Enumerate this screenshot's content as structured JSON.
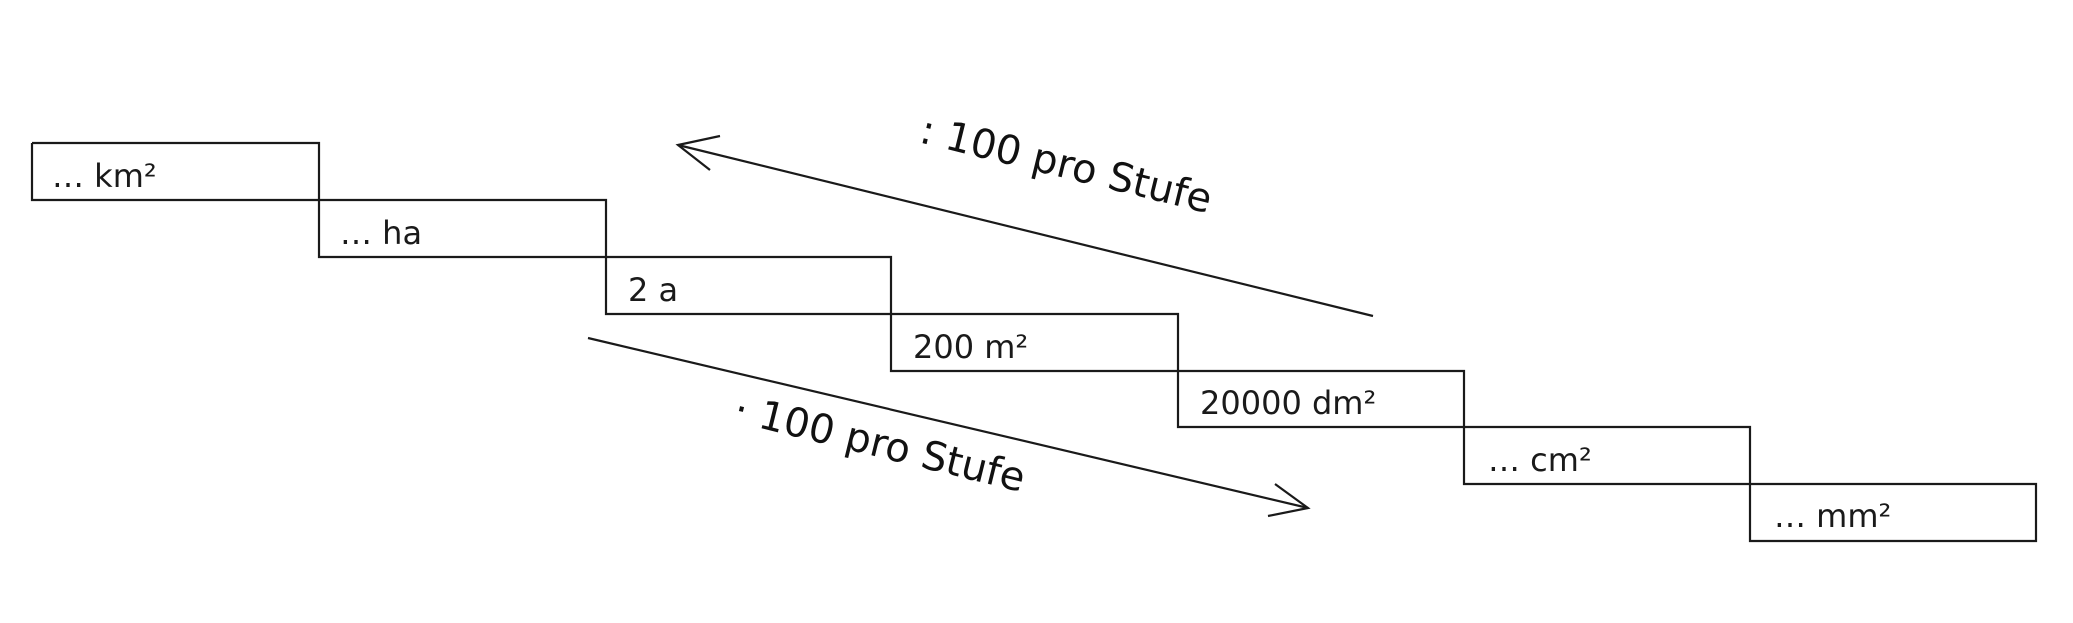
{
  "steps": [
    {
      "label": "… km²"
    },
    {
      "label": "… ha"
    },
    {
      "label": "2 a"
    },
    {
      "label": "200 m²"
    },
    {
      "label": "20000 dm²"
    },
    {
      "label": "… cm²"
    },
    {
      "label": "… mm²"
    }
  ],
  "arrows": {
    "up": {
      "label": ": 100 pro Stufe"
    },
    "down": {
      "label": "· 100 pro Stufe"
    }
  },
  "colors": {
    "line": "#1a1a1a",
    "background": "#ffffff"
  }
}
